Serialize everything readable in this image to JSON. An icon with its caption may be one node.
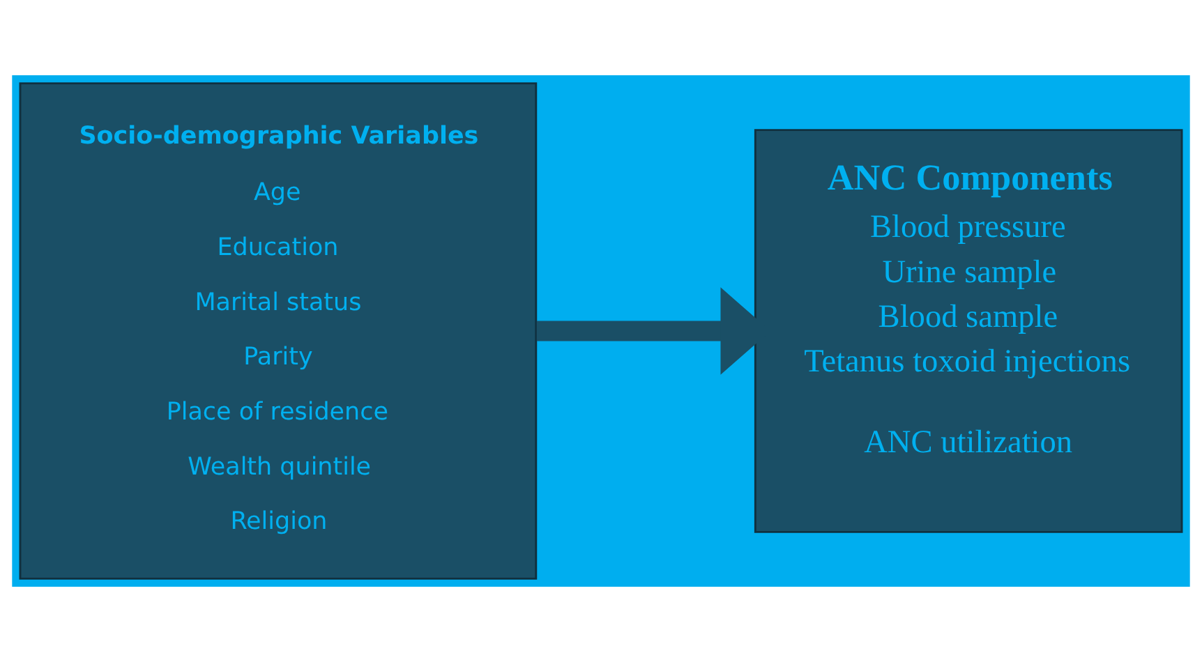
{
  "diagram": {
    "nodes": [
      {
        "text": [
          "Socio-demographic Variables",
          "Age",
          "Education",
          "Marital status",
          "Parity",
          "Place of residence",
          "Wealth quintile",
          "Religion"
        ]
      },
      {
        "text": [
          "ANC Components",
          "Blood pressure",
          "Urine sample",
          "Blood sample",
          "Tetanus toxoid injections",
          "ANC utilization"
        ]
      }
    ],
    "edges": [
      {
        "from": 0,
        "to": 1,
        "arrow": "to"
      }
    ]
  }
}
